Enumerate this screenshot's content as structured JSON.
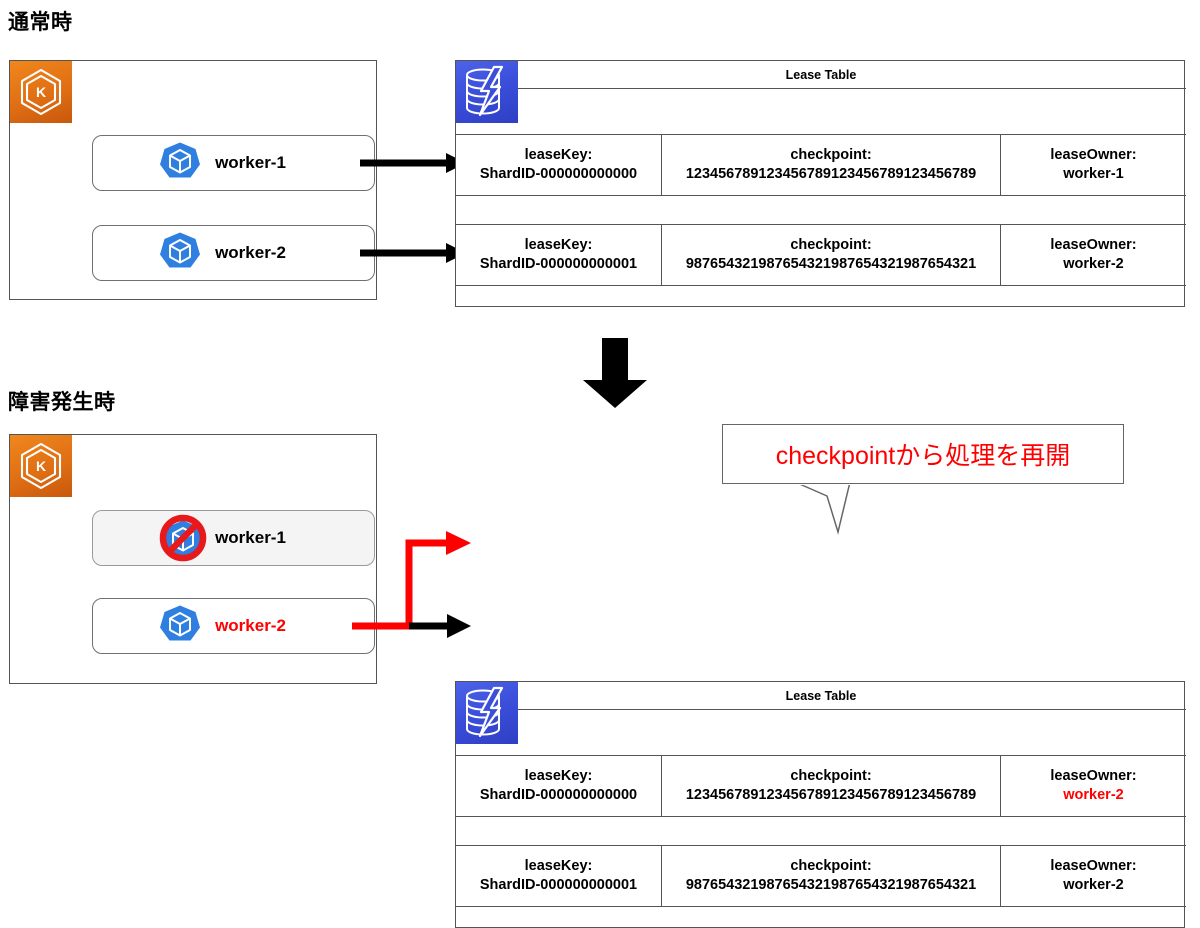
{
  "colors": {
    "kinesis_orange": "#e06f14",
    "dynamodb_blue": "#3b4fdb",
    "pod_blue": "#2f7fe0",
    "accent_red": "#ff0000",
    "border_gray": "#545454",
    "text_black": "#000000"
  },
  "sections": [
    {
      "id": "normal",
      "heading": "通常時",
      "cluster": {
        "service_icon_name": "aws-kinesis-icon",
        "workers": [
          {
            "label": "worker-1",
            "state": "running",
            "label_color": "#000000"
          },
          {
            "label": "worker-2",
            "state": "running",
            "label_color": "#000000"
          }
        ]
      },
      "arrows": [
        {
          "from": "worker-1",
          "to": "lease-row-1",
          "color": "#000000",
          "shape": "straight"
        },
        {
          "from": "worker-2",
          "to": "lease-row-2",
          "color": "#000000",
          "shape": "straight"
        }
      ],
      "lease_table": {
        "db_icon_name": "aws-dynamodb-icon",
        "title": "Lease Table",
        "rows": [
          {
            "cells": [
              {
                "key": "leaseKey:",
                "value": "ShardID-000000000000",
                "value_color": "#000000"
              },
              {
                "key": "checkpoint:",
                "value": "123456789123456789123456789123456789",
                "value_color": "#000000"
              },
              {
                "key": "leaseOwner:",
                "value": "worker-1",
                "value_color": "#000000"
              }
            ]
          },
          {
            "cells": [
              {
                "key": "leaseKey:",
                "value": "ShardID-000000000001",
                "value_color": "#000000"
              },
              {
                "key": "checkpoint:",
                "value": "987654321987654321987654321987654321",
                "value_color": "#000000"
              },
              {
                "key": "leaseOwner:",
                "value": "worker-2",
                "value_color": "#000000"
              }
            ]
          }
        ]
      }
    },
    {
      "id": "failure",
      "heading": "障害発生時",
      "cluster": {
        "service_icon_name": "aws-kinesis-icon",
        "workers": [
          {
            "label": "worker-1",
            "state": "failed",
            "label_color": "#000000"
          },
          {
            "label": "worker-2",
            "state": "running",
            "label_color": "#ff0000"
          }
        ]
      },
      "arrows": [
        {
          "from": "worker-2",
          "to": "lease-row-1",
          "color": "#ff0000",
          "shape": "elbow-up"
        },
        {
          "from": "worker-2",
          "to": "lease-row-2",
          "color": "#000000",
          "shape": "straight"
        }
      ],
      "lease_table": {
        "db_icon_name": "aws-dynamodb-icon",
        "title": "Lease Table",
        "rows": [
          {
            "cells": [
              {
                "key": "leaseKey:",
                "value": "ShardID-000000000000",
                "value_color": "#000000"
              },
              {
                "key": "checkpoint:",
                "value": "123456789123456789123456789123456789",
                "value_color": "#000000"
              },
              {
                "key": "leaseOwner:",
                "value": "worker-2",
                "value_color": "#ff0000"
              }
            ]
          },
          {
            "cells": [
              {
                "key": "leaseKey:",
                "value": "ShardID-000000000001",
                "value_color": "#000000"
              },
              {
                "key": "checkpoint:",
                "value": "987654321987654321987654321987654321",
                "value_color": "#000000"
              },
              {
                "key": "leaseOwner:",
                "value": "worker-2",
                "value_color": "#000000"
              }
            ]
          }
        ]
      },
      "callout": {
        "text": "checkpointから処理を再開",
        "text_color": "#ff0000"
      }
    }
  ],
  "transition": {
    "icon_name": "down-arrow-icon",
    "color": "#000000"
  }
}
